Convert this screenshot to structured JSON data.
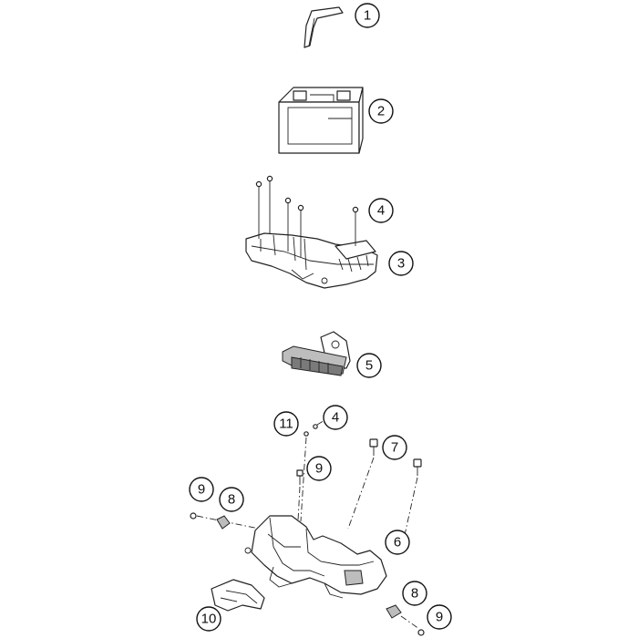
{
  "callouts": [
    {
      "id": "c1",
      "label": "1"
    },
    {
      "id": "c2",
      "label": "2"
    },
    {
      "id": "c4a",
      "label": "4"
    },
    {
      "id": "c3",
      "label": "3"
    },
    {
      "id": "c5",
      "label": "5"
    },
    {
      "id": "c11",
      "label": "11"
    },
    {
      "id": "c4b",
      "label": "4"
    },
    {
      "id": "c7",
      "label": "7"
    },
    {
      "id": "c9a",
      "label": "9"
    },
    {
      "id": "c9b",
      "label": "9"
    },
    {
      "id": "c8a",
      "label": "8"
    },
    {
      "id": "c6",
      "label": "6"
    },
    {
      "id": "c8b",
      "label": "8"
    },
    {
      "id": "c9c",
      "label": "9"
    },
    {
      "id": "c10",
      "label": "10"
    }
  ]
}
